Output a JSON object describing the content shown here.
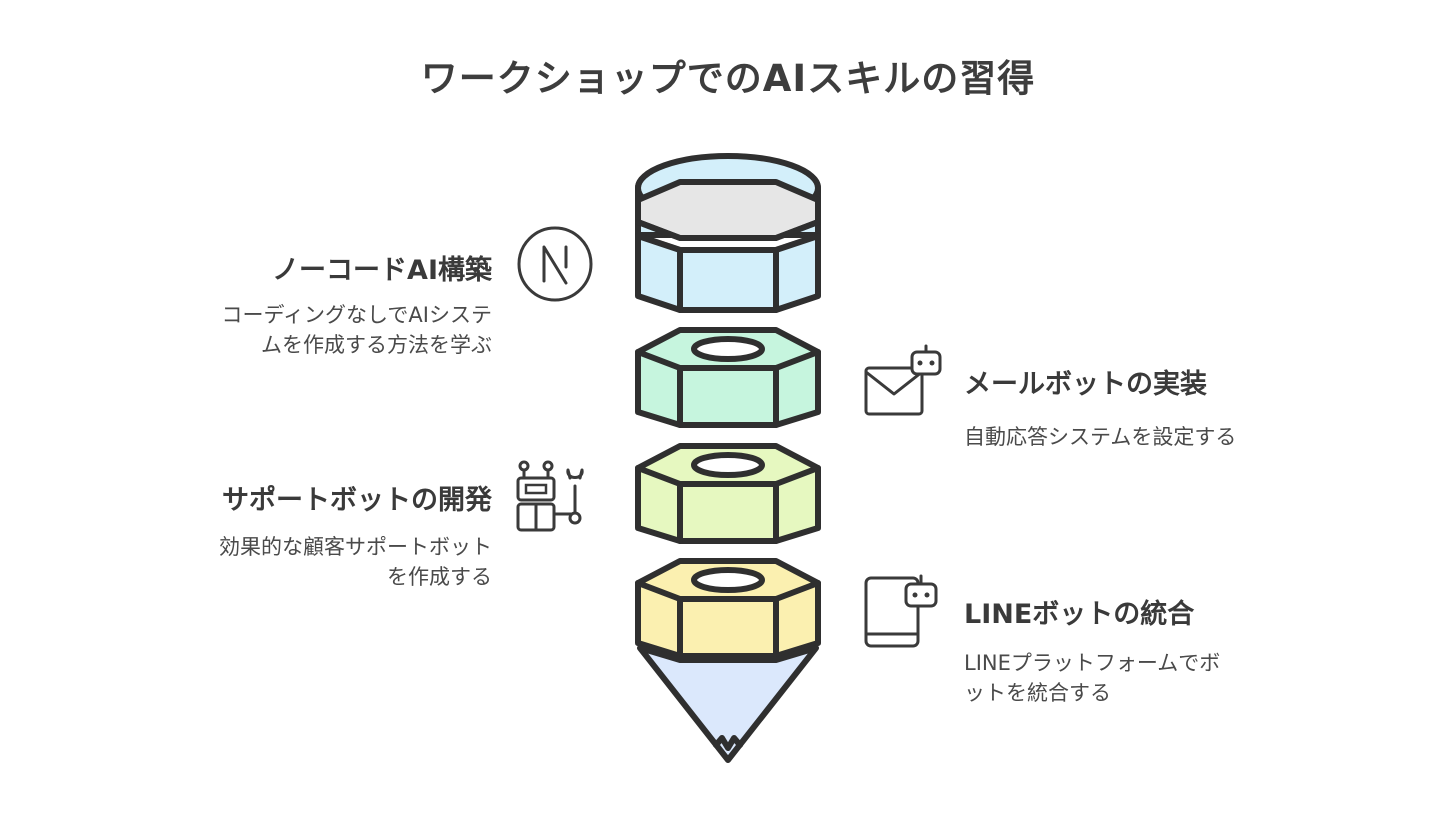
{
  "title": "ワークショップでのAIスキルの習得",
  "steps": [
    {
      "heading": "ノーコードAI構築",
      "desc_lines": [
        "コーディングなしでAIシステ",
        "ムを作成する方法を学ぶ"
      ],
      "icon": "nocode-n-icon",
      "side": "left"
    },
    {
      "heading": "メールボットの実装",
      "desc_lines": [
        "自動応答システムを設定する"
      ],
      "icon": "mail-bot-icon",
      "side": "right"
    },
    {
      "heading": "サポートボットの開発",
      "desc_lines": [
        "効果的な顧客サポートボット",
        "を作成する"
      ],
      "icon": "robot-wrench-icon",
      "side": "left"
    },
    {
      "heading": "LINEボットの統合",
      "desc_lines": [
        "LINEプラットフォームでボ",
        "ットを統合する"
      ],
      "icon": "phone-bot-icon",
      "side": "right"
    }
  ],
  "colors": {
    "cap": "#d3effa",
    "band": "#e6e6e6",
    "nut1": "#c6f5de",
    "nut2": "#e6f8c0",
    "nut3": "#fbf0b0",
    "tip": "#dbe8fc",
    "outline": "#2f2f2f"
  }
}
